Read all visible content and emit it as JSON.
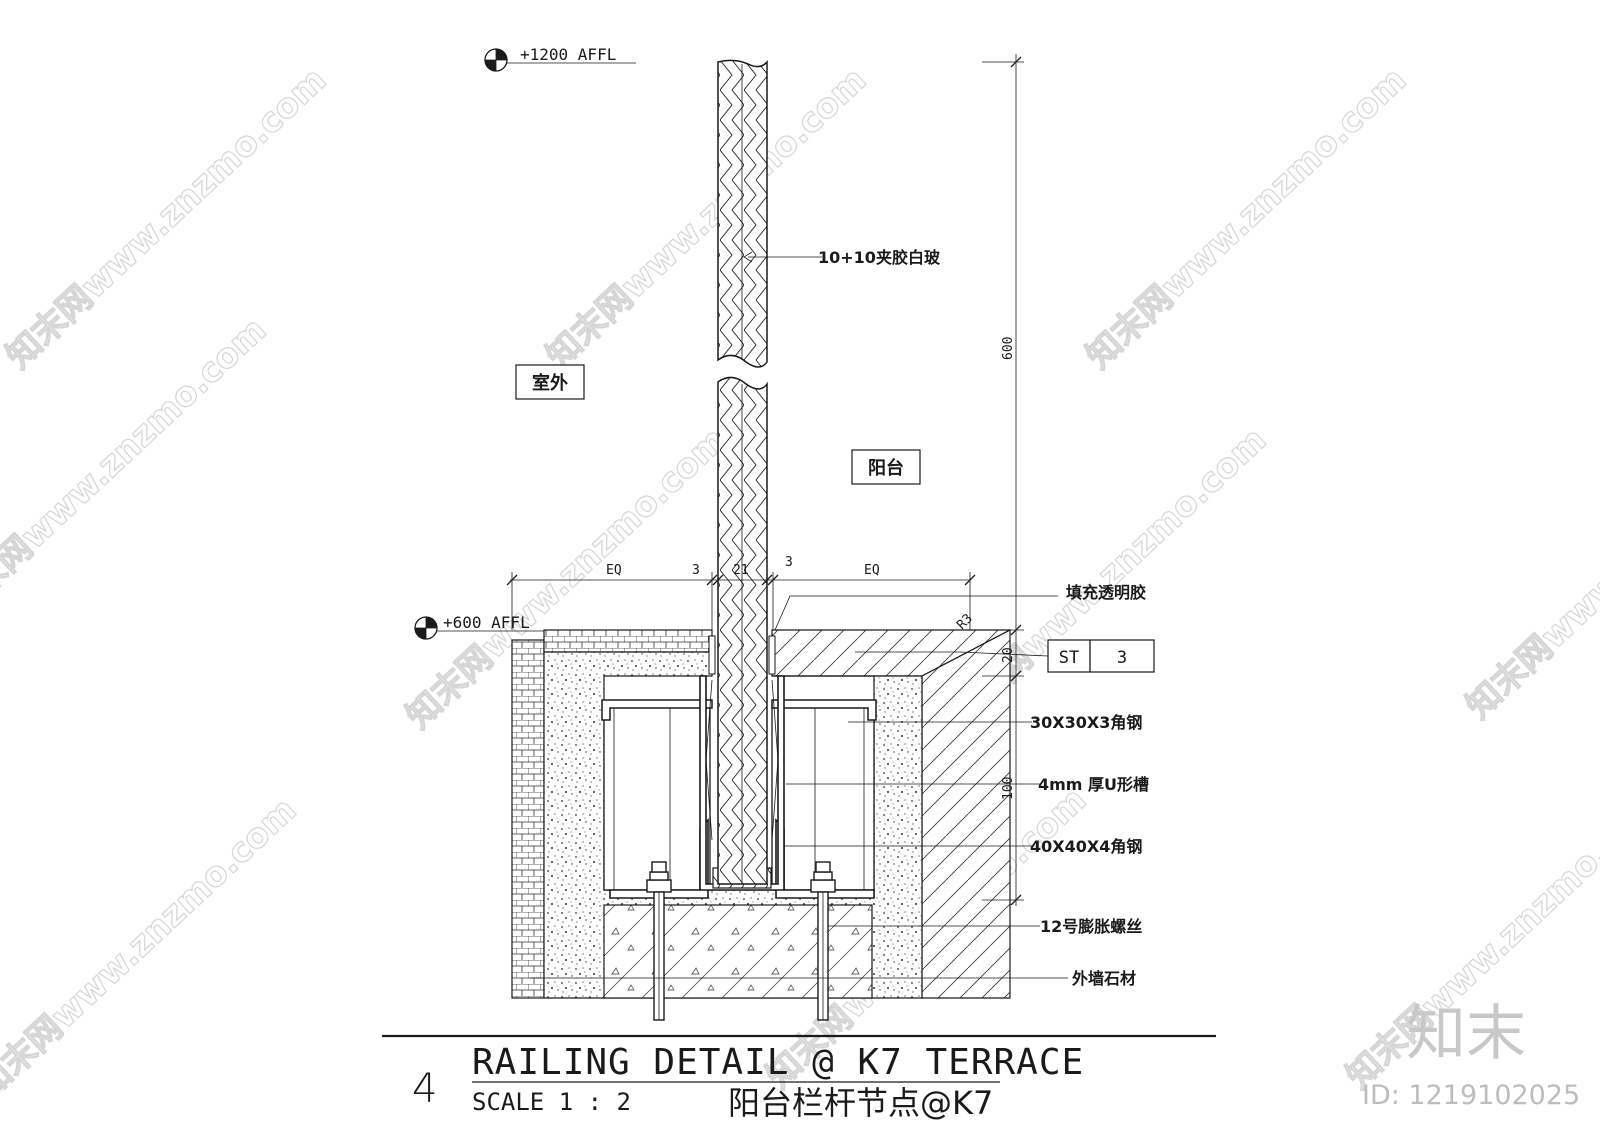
{
  "levels": {
    "top": "+1200 AFFL",
    "mid": "+600 AFFL"
  },
  "dimensions": {
    "eq_left": "EQ",
    "gap_left": "3",
    "glass_thk": "21",
    "gap_right": "3",
    "eq_right": "EQ",
    "height_600": "600",
    "height_20": "20",
    "height_100": "100",
    "radius": "R3"
  },
  "zones": {
    "outside": "室外",
    "balcony": "阳台"
  },
  "callouts": {
    "glass": "10+10夹胶白玻",
    "sealant": "填充透明胶",
    "angle_30": "30X30X3角钢",
    "u_channel": "4mm 厚U形槽",
    "angle_40": "40X40X4角钢",
    "anchor_bolt": "12号膨胀螺丝",
    "stone": "外墙石材"
  },
  "material_tag": {
    "code": "ST",
    "number": "3"
  },
  "title_block": {
    "number": "4",
    "title": "RAILING DETAIL @ K7 TERRACE",
    "scale": "SCALE  1 : 2",
    "title_cn": "阳台栏杆节点@K7"
  },
  "watermark": {
    "logo": "知末",
    "id": "ID: 1219102025",
    "repeat_text": "知末网www.znzmo.com"
  }
}
